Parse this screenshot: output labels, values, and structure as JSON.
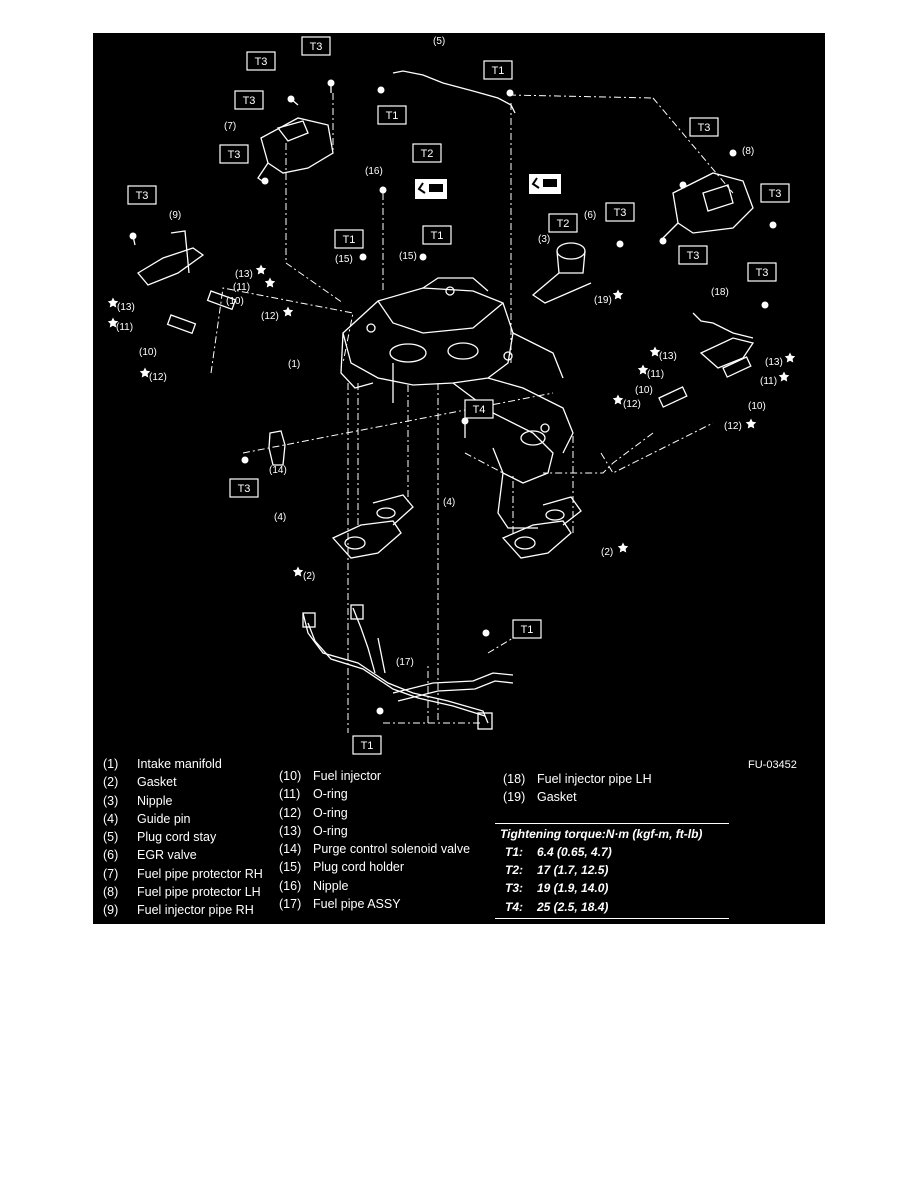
{
  "figure_code": "FU-03452",
  "torque_boxes": {
    "t1": "T1",
    "t2": "T2",
    "t3": "T3",
    "t4": "T4"
  },
  "callouts": [
    "(1)",
    "(2)",
    "(3)",
    "(4)",
    "(5)",
    "(6)",
    "(7)",
    "(8)",
    "(9)",
    "(10)",
    "(11)",
    "(12)",
    "(13)",
    "(14)",
    "(15)",
    "(16)",
    "(17)",
    "(18)",
    "(19)"
  ],
  "legend": {
    "col1": [
      {
        "num": "(1)",
        "label": "Intake manifold"
      },
      {
        "num": "(2)",
        "label": "Gasket"
      },
      {
        "num": "(3)",
        "label": "Nipple"
      },
      {
        "num": "(4)",
        "label": "Guide pin"
      },
      {
        "num": "(5)",
        "label": "Plug cord stay"
      },
      {
        "num": "(6)",
        "label": "EGR valve"
      },
      {
        "num": "(7)",
        "label": "Fuel pipe protector RH"
      },
      {
        "num": "(8)",
        "label": "Fuel pipe protector LH"
      },
      {
        "num": "(9)",
        "label": "Fuel injector pipe RH"
      }
    ],
    "col2": [
      {
        "num": "(10)",
        "label": "Fuel injector"
      },
      {
        "num": "(11)",
        "label": "O-ring"
      },
      {
        "num": "(12)",
        "label": "O-ring"
      },
      {
        "num": "(13)",
        "label": "O-ring"
      },
      {
        "num": "(14)",
        "label": "Purge control solenoid valve"
      },
      {
        "num": "(15)",
        "label": "Plug cord holder"
      },
      {
        "num": "(16)",
        "label": "Nipple"
      },
      {
        "num": "(17)",
        "label": "Fuel pipe ASSY"
      }
    ],
    "col3": [
      {
        "num": "(18)",
        "label": "Fuel injector pipe LH"
      },
      {
        "num": "(19)",
        "label": "Gasket"
      }
    ]
  },
  "torque": {
    "title": "Tightening torque:N·m (kgf-m, ft-lb)",
    "rows": [
      {
        "key": "T1:",
        "value": "6.4 (0.65, 4.7)"
      },
      {
        "key": "T2:",
        "value": "17 (1.7, 12.5)"
      },
      {
        "key": "T3:",
        "value": "19 (1.9, 14.0)"
      },
      {
        "key": "T4:",
        "value": "25 (2.5, 18.4)"
      }
    ]
  }
}
